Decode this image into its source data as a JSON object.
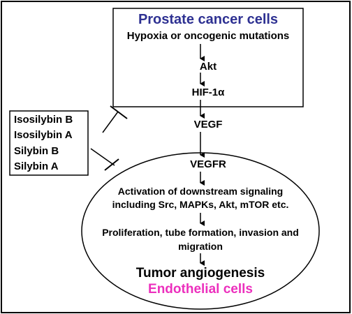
{
  "prostate": {
    "title": "Prostate cancer cells",
    "steps": [
      "Hypoxia or oncogenic mutations",
      "Akt",
      "HIF-1α"
    ]
  },
  "vegf": "VEGF",
  "inhibitors": [
    "Isosilybin B",
    "Isosilybin A",
    "Silybin B",
    "Silybin A"
  ],
  "endothelial": {
    "receptor": "VEGFR",
    "signaling_line1": "Activation of downstream signaling",
    "signaling_line2": "including Src, MAPKs, Akt, mTOR etc.",
    "proliferation_line1": "Proliferation, tube formation, invasion and",
    "proliferation_line2": "migration",
    "outcome": "Tumor angiogenesis",
    "label": "Endothelial cells"
  },
  "colors": {
    "prostate_title": "#2e3192",
    "endothelial_label": "#ec2fbd",
    "line": "#000000"
  }
}
